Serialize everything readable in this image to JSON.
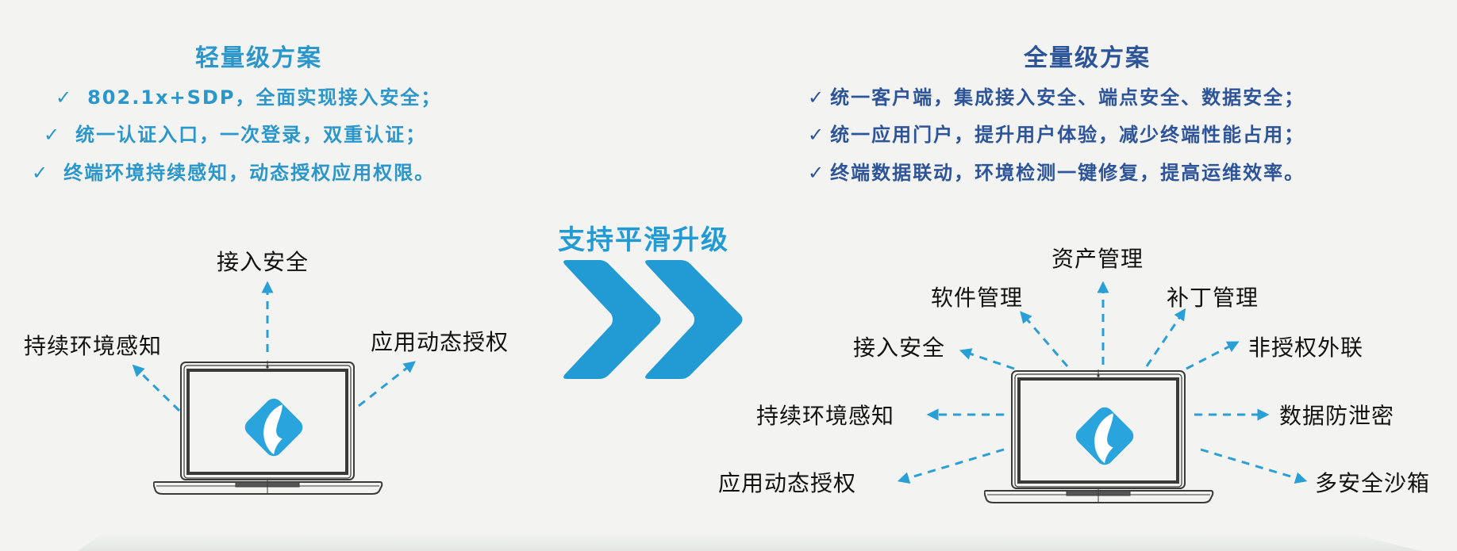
{
  "colors": {
    "light_accent": "#2a96c9",
    "full_accent": "#2d5499",
    "arrow_blue": "#229ad3",
    "dash_blue": "#2a9fd6",
    "background": "#f3f4f2",
    "laptop_stroke": "#3a3a3a"
  },
  "light_plan": {
    "title": "轻量级方案",
    "bullets": [
      {
        "check": "✓",
        "text": "802.1x+SDP，全面实现接入安全；"
      },
      {
        "check": "✓",
        "text": "统一认证入口，一次登录，双重认证；"
      },
      {
        "check": "✓",
        "text": "终端环境持续感知，动态授权应用权限。"
      }
    ],
    "diagram": {
      "icon": "shield-flame-logo-icon",
      "labels": {
        "top": "接入安全",
        "left": "持续环境感知",
        "right": "应用动态授权"
      }
    }
  },
  "upgrade": {
    "label": "支持平滑升级",
    "icon": "double-chevron-right-icon"
  },
  "full_plan": {
    "title": "全量级方案",
    "bullets": [
      {
        "check": "✓",
        "text": "统一客户端，集成接入安全、端点安全、数据安全；"
      },
      {
        "check": "✓",
        "text": "统一应用门户，提升用户体验，减少终端性能占用；"
      },
      {
        "check": "✓",
        "text": "终端数据联动，环境检测一键修复，提高运维效率。"
      }
    ],
    "diagram": {
      "icon": "shield-flame-logo-icon",
      "labels": {
        "top": "资产管理",
        "top_left": "软件管理",
        "top_right": "补丁管理",
        "upper_left": "接入安全",
        "upper_right": "非授权外联",
        "mid_left": "持续环境感知",
        "mid_right": "数据防泄密",
        "low_left": "应用动态授权",
        "low_right": "多安全沙箱"
      }
    }
  }
}
